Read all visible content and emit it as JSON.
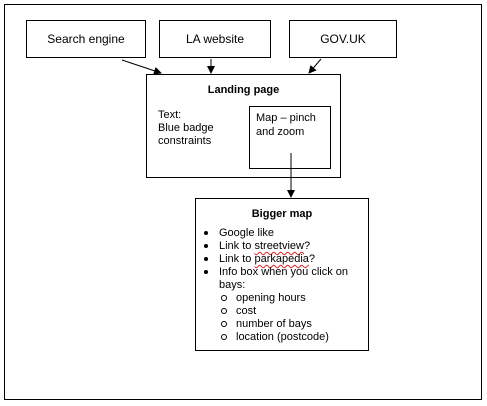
{
  "sources": [
    {
      "label": "Search engine"
    },
    {
      "label": "LA website"
    },
    {
      "label": "GOV.UK"
    }
  ],
  "landing": {
    "title": "Landing page",
    "text_lines": [
      "Text:",
      "Blue badge",
      "constraints"
    ],
    "map_label": "Map – pinch and zoom"
  },
  "bigger_map": {
    "title": "Bigger map",
    "items": [
      {
        "prefix": "Google like",
        "link": "",
        "suffix": ""
      },
      {
        "prefix": "Link to ",
        "link": "streetview",
        "suffix": "?"
      },
      {
        "prefix": "Link to ",
        "link": "parkapedia",
        "suffix": "?"
      },
      {
        "prefix": "Info box when you click on bays:",
        "link": "",
        "suffix": ""
      }
    ],
    "info_sub_items": [
      "opening hours",
      "cost",
      "number of bays",
      "location (postcode)"
    ]
  },
  "colors": {
    "line": "#000000",
    "spellcheck_underline": "#e02020"
  }
}
